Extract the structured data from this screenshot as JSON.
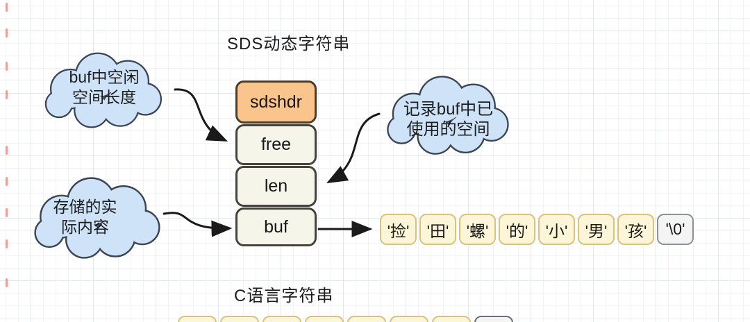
{
  "titles": {
    "sds": "SDS动态字符串",
    "c_string": "C语言字符串"
  },
  "clouds": [
    {
      "name": "free-annotation",
      "line1": "buf中空闲",
      "line2": "空间长度"
    },
    {
      "name": "len-annotation",
      "line1": "记录buf中已",
      "line2": "使用的空间"
    },
    {
      "name": "buf-annotation",
      "line1": "存储的实",
      "line2": "际内容"
    }
  ],
  "struct": {
    "header": "sdshdr",
    "fields": [
      "free",
      "len",
      "buf"
    ]
  },
  "buf_cells": [
    "'捡'",
    "'田'",
    "'螺'",
    "'的'",
    "'小'",
    "'男'",
    "'孩'",
    "'\\0'"
  ],
  "colors": {
    "struct_header_fill": "#f9c58c",
    "struct_field_fill": "#f6f5e9",
    "struct_border": "#46413a",
    "cell_fill": "#fdf5d7",
    "cell_border": "#d9c27c",
    "terminator_fill": "#f4f4f4",
    "terminator_border": "#8c9196",
    "cloud_fill": "#cfe3f8",
    "cloud_border": "#3d4552",
    "arrow": "#1a1a1a",
    "edge_mark": "#e2574e"
  }
}
